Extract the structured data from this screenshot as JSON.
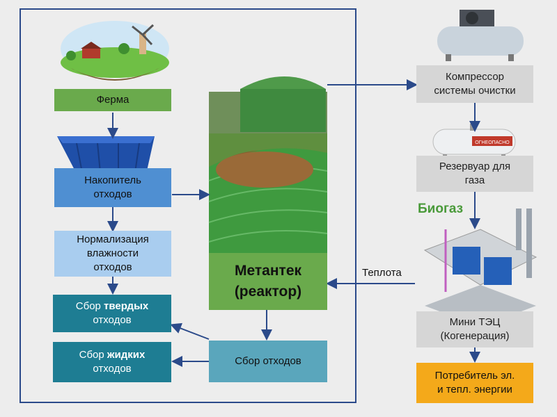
{
  "nodes": {
    "farm": "Ферма",
    "storage": [
      "Накопитель",
      "отходов"
    ],
    "moisture": [
      "Нормализация",
      "влажности",
      "отходов"
    ],
    "solid": {
      "prefix": "Сбор ",
      "bold": "твердых",
      "line2": "отходов"
    },
    "liquid": {
      "prefix": "Сбор ",
      "bold": "жидких",
      "line2": "отходов"
    },
    "reactor": [
      "Метантек",
      "(реактор)"
    ],
    "collect": "Сбор отходов",
    "compressor": [
      "Компрессор",
      "системы очистки"
    ],
    "tank": [
      "Резервуар для",
      "газа"
    ],
    "chp": [
      "Мини ТЭЦ",
      "(Когенерация)"
    ],
    "consumer": [
      "Потребитель эл.",
      "и тепл. энергии"
    ]
  },
  "labels": {
    "biogas": "Биогаз",
    "heat": "Теплота",
    "tank_sign": "ОГНЕОПАСНО"
  },
  "colors": {
    "frame": "#2b4a8a",
    "green": "#6aaa4c",
    "blue": "#4f8fd2",
    "teal": "#1e7d93",
    "orange": "#f4a91a",
    "arrow": "#2b4a8a"
  }
}
